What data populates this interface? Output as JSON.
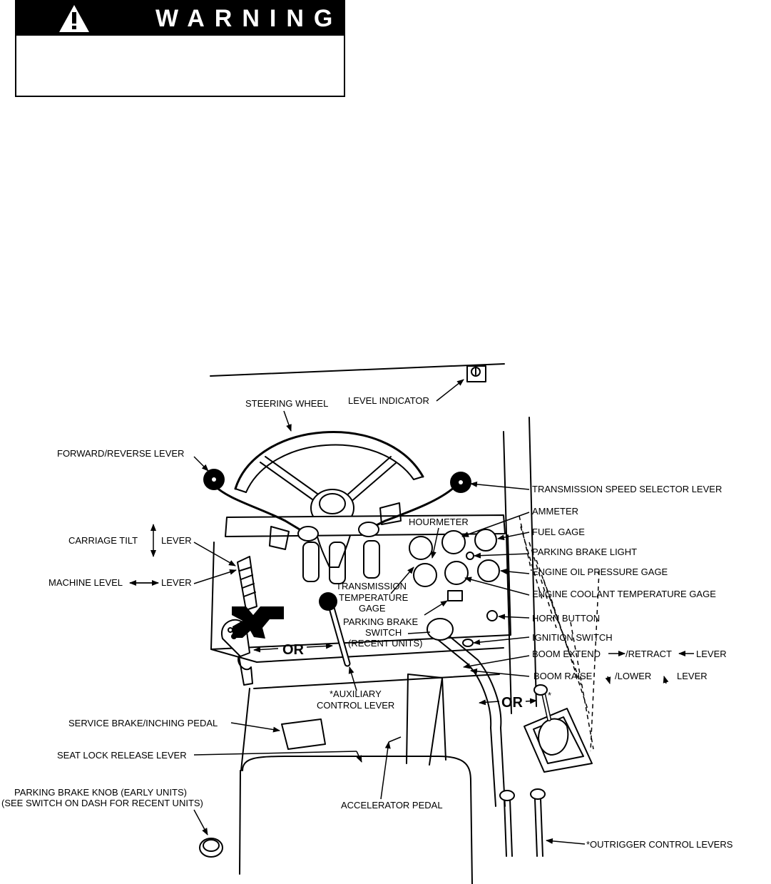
{
  "warning": {
    "title": "WARNING",
    "icon": "exclamation-triangle-icon",
    "body": ""
  },
  "labels": {
    "level_indicator": "LEVEL INDICATOR",
    "steering_wheel": "STEERING WHEEL",
    "forward_reverse": "FORWARD/REVERSE LEVER",
    "trans_speed": "TRANSMISSION SPEED SELECTOR LEVER",
    "ammeter": "AMMETER",
    "hourmeter": "HOURMETER",
    "fuel_gage": "FUEL GAGE",
    "carriage_tilt_a": "CARRIAGE TILT",
    "carriage_tilt_b": "LEVER",
    "parking_brake_light": "PARKING BRAKE LIGHT",
    "machine_level_a": "MACHINE LEVEL",
    "machine_level_b": "LEVER",
    "engine_oil": "ENGINE OIL PRESSURE GAGE",
    "trans_temp_1": "TRANSMISSION",
    "trans_temp_2": "TEMPERATURE",
    "trans_temp_3": "GAGE",
    "engine_coolant": "ENGINE COOLANT TEMPERATURE GAGE",
    "horn_button": "HORN BUTTON",
    "pb_switch_1": "PARKING BRAKE",
    "pb_switch_2": "SWITCH",
    "pb_switch_3": "(RECENT UNITS)",
    "ignition": "IGNITION SWITCH",
    "or_left": "OR",
    "or_right": "OR",
    "boom_extend_a": "BOOM EXTEND",
    "boom_extend_b": "/RETRACT",
    "boom_extend_c": "LEVER",
    "boom_raise_a": "BOOM RAISE",
    "boom_raise_b": "/LOWER",
    "boom_raise_c": "LEVER",
    "aux_1": "*AUXILIARY",
    "aux_2": "CONTROL LEVER",
    "asterisk": "*",
    "service_brake": "SERVICE BRAKE/INCHING PEDAL",
    "seat_lock": "SEAT LOCK RELEASE LEVER",
    "pb_knob_1": "PARKING BRAKE KNOB (EARLY UNITS)",
    "pb_knob_2": "(SEE SWITCH ON DASH FOR RECENT UNITS)",
    "accelerator": "ACCELERATOR PEDAL",
    "outrigger": "*OUTRIGGER CONTROL LEVERS"
  }
}
